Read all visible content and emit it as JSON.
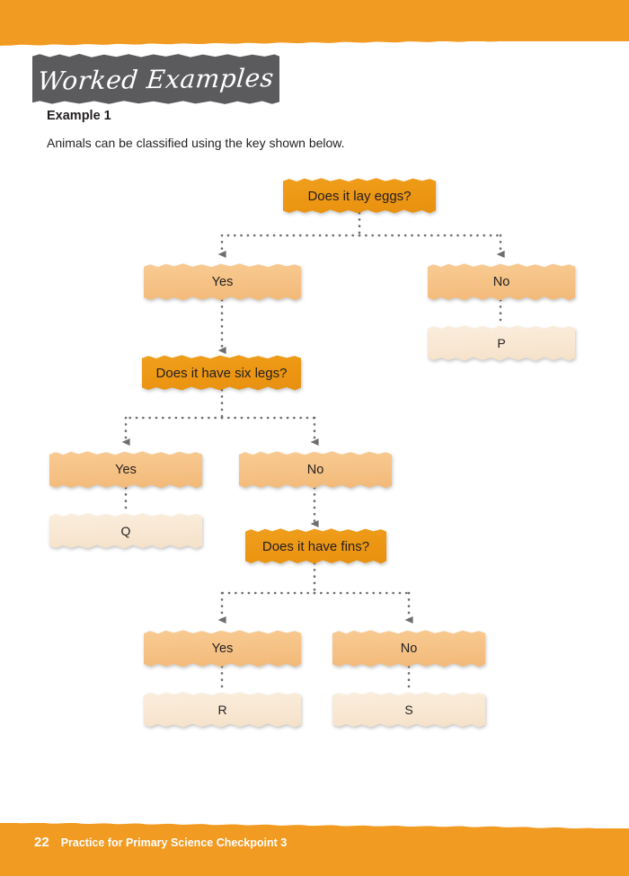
{
  "page": {
    "background": "#ffffff",
    "band_color": "#F29B22",
    "banner_color": "#5B5B5D"
  },
  "header": {
    "banner_title": "Worked Examples",
    "example_heading": "Example 1",
    "intro_text": "Animals can be classified using the key shown below."
  },
  "footer": {
    "page_number": "22",
    "book_title": "Practice for Primary Science Checkpoint 3"
  },
  "chart_data": {
    "type": "diagram",
    "title": "Animal classification key",
    "nodes": [
      {
        "id": "q1",
        "kind": "question",
        "label": "Does it lay eggs?"
      },
      {
        "id": "a1y",
        "kind": "branch",
        "label": "Yes"
      },
      {
        "id": "a1n",
        "kind": "branch",
        "label": "No"
      },
      {
        "id": "p",
        "kind": "result",
        "label": "P"
      },
      {
        "id": "q2",
        "kind": "question",
        "label": "Does it have six legs?"
      },
      {
        "id": "a2y",
        "kind": "branch",
        "label": "Yes"
      },
      {
        "id": "a2n",
        "kind": "branch",
        "label": "No"
      },
      {
        "id": "q",
        "kind": "result",
        "label": "Q"
      },
      {
        "id": "q3",
        "kind": "question",
        "label": "Does it have fins?"
      },
      {
        "id": "a3y",
        "kind": "branch",
        "label": "Yes"
      },
      {
        "id": "a3n",
        "kind": "branch",
        "label": "No"
      },
      {
        "id": "r",
        "kind": "result",
        "label": "R"
      },
      {
        "id": "s",
        "kind": "result",
        "label": "S"
      }
    ],
    "edges": [
      {
        "from": "q1",
        "to": "a1y"
      },
      {
        "from": "q1",
        "to": "a1n"
      },
      {
        "from": "a1n",
        "to": "p"
      },
      {
        "from": "a1y",
        "to": "q2"
      },
      {
        "from": "q2",
        "to": "a2y"
      },
      {
        "from": "q2",
        "to": "a2n"
      },
      {
        "from": "a2y",
        "to": "q"
      },
      {
        "from": "a2n",
        "to": "q3"
      },
      {
        "from": "q3",
        "to": "a3y"
      },
      {
        "from": "q3",
        "to": "a3n"
      },
      {
        "from": "a3y",
        "to": "r"
      },
      {
        "from": "a3n",
        "to": "s"
      }
    ],
    "colors": {
      "question_box": "#EC9613",
      "branch_box": "#F5C184",
      "result_box": "#F8E7D2",
      "connector": "#6E6E70"
    }
  }
}
